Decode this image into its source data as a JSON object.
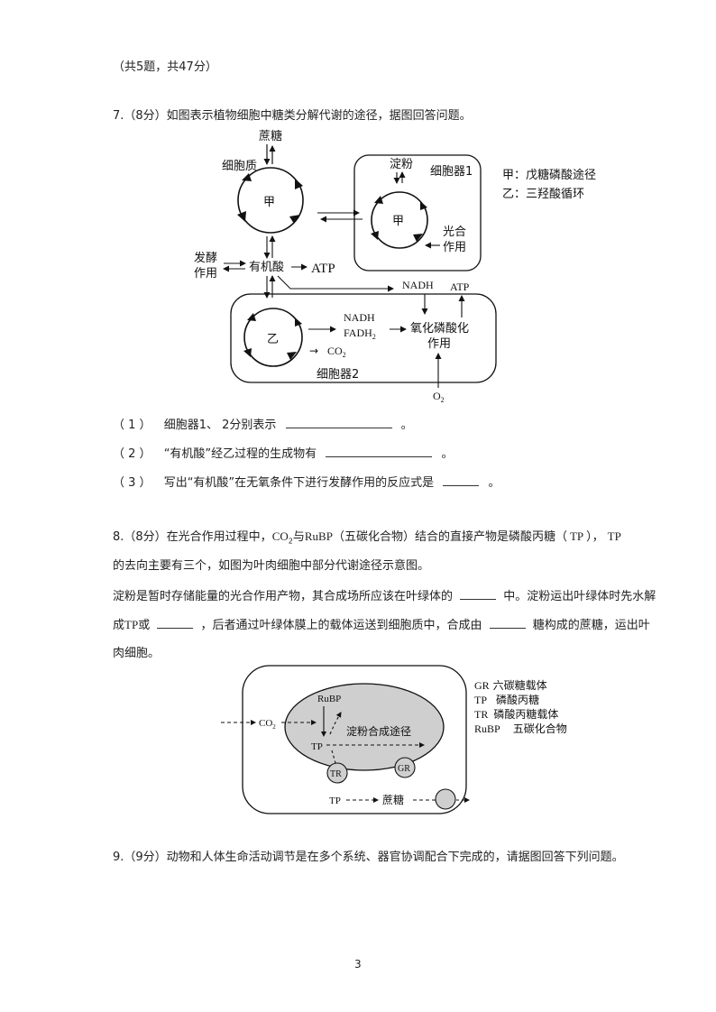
{
  "section_header": "（共5题，共47分）",
  "q7": {
    "stem": "7.（8分）如图表示植物细胞中糖类分解代谢的途径，据图回答问题。",
    "diagram": {
      "sucrose": "蔗糖",
      "cytoplasm": "细胞质",
      "jia": "甲",
      "jia2": "甲",
      "yi": "乙",
      "starch": "淀粉",
      "organelle1": "细胞器1",
      "organelle2": "细胞器2",
      "legend_jia": "甲：戊糖磷酸途径",
      "legend_yi": "乙：三羟酸循环",
      "photosynthesis_1": "光合",
      "photosynthesis_2": "作用",
      "ferment_1": "发酵",
      "ferment_2": "作用",
      "organic_acid": "有机酸",
      "atp_big": "ATP",
      "nadh_top": "NADH",
      "atp_top": "ATP",
      "nadh_mid": "NADH",
      "fadh_base": "FADH",
      "fadh_sub": "2",
      "oxphos_1": "氧化磷酸化",
      "oxphos_2": "作用",
      "co2_base": "CO",
      "co2_sub": "2",
      "o2_base": "O",
      "o2_sub": "2"
    },
    "sub1_no": "（ 1 ）",
    "sub1_text": "细胞器1、 2分别表示",
    "sub1_end": "。",
    "sub2_no": "（ 2 ）",
    "sub2_text": "“有机酸”经乙过程的生成物有",
    "sub2_end": "。",
    "sub3_no": "（ 3 ）",
    "sub3_text": "写出“有机酸”在无氧条件下进行发酵作用的反应式是",
    "sub3_end": "。"
  },
  "q8": {
    "line1_a": "8.（8分）在光合作用过程中，",
    "line1_co2": "CO",
    "line1_co2_sub": "2",
    "line1_b": "与",
    "line1_rubp": "RuBP",
    "line1_c": "（五碳化合物）结合的直接产物是磷酸丙糖（",
    "line1_tp": "TP",
    "line1_d": "），",
    "line1_tp2": "TP",
    "line2": "的去向主要有三个，如图为叶肉细胞中部分代谢途径示意图。",
    "line3_a": "淀粉是暂时存储能量的光合作用产物，其合成场所应该在叶绿体的",
    "line3_b": "中。淀粉运出叶绿体时先水解",
    "line4_a": "成",
    "line4_tp": "TP",
    "line4_b": "或",
    "line4_c": "，后者通过叶绿体膜上的载体运送到细胞质中，合成由",
    "line4_d": "糖构成的蔗糖，运出叶",
    "line5": "肉细胞。",
    "diagram": {
      "rubp": "RuBP",
      "co2_base": "CO",
      "co2_sub": "2",
      "tp1": "TP",
      "starch_path": "淀粉合成途径",
      "tr": "TR",
      "gr": "GR",
      "tp2": "TP",
      "sucrose": "蔗糖",
      "legend": [
        {
          "abbr": "GR",
          "desc": "六碳糖载体"
        },
        {
          "abbr": "TP",
          "desc": "磷酸丙糖"
        },
        {
          "abbr": "TR",
          "desc": "磷酸丙糖载体"
        },
        {
          "abbr": "RuBP",
          "desc": "五碳化合物"
        }
      ]
    }
  },
  "q9": {
    "stem": "9.（9分）动物和人体生命活动调节是在多个系统、器官协调配合下完成的，请据图回答下列问题。"
  },
  "page_number": "3"
}
